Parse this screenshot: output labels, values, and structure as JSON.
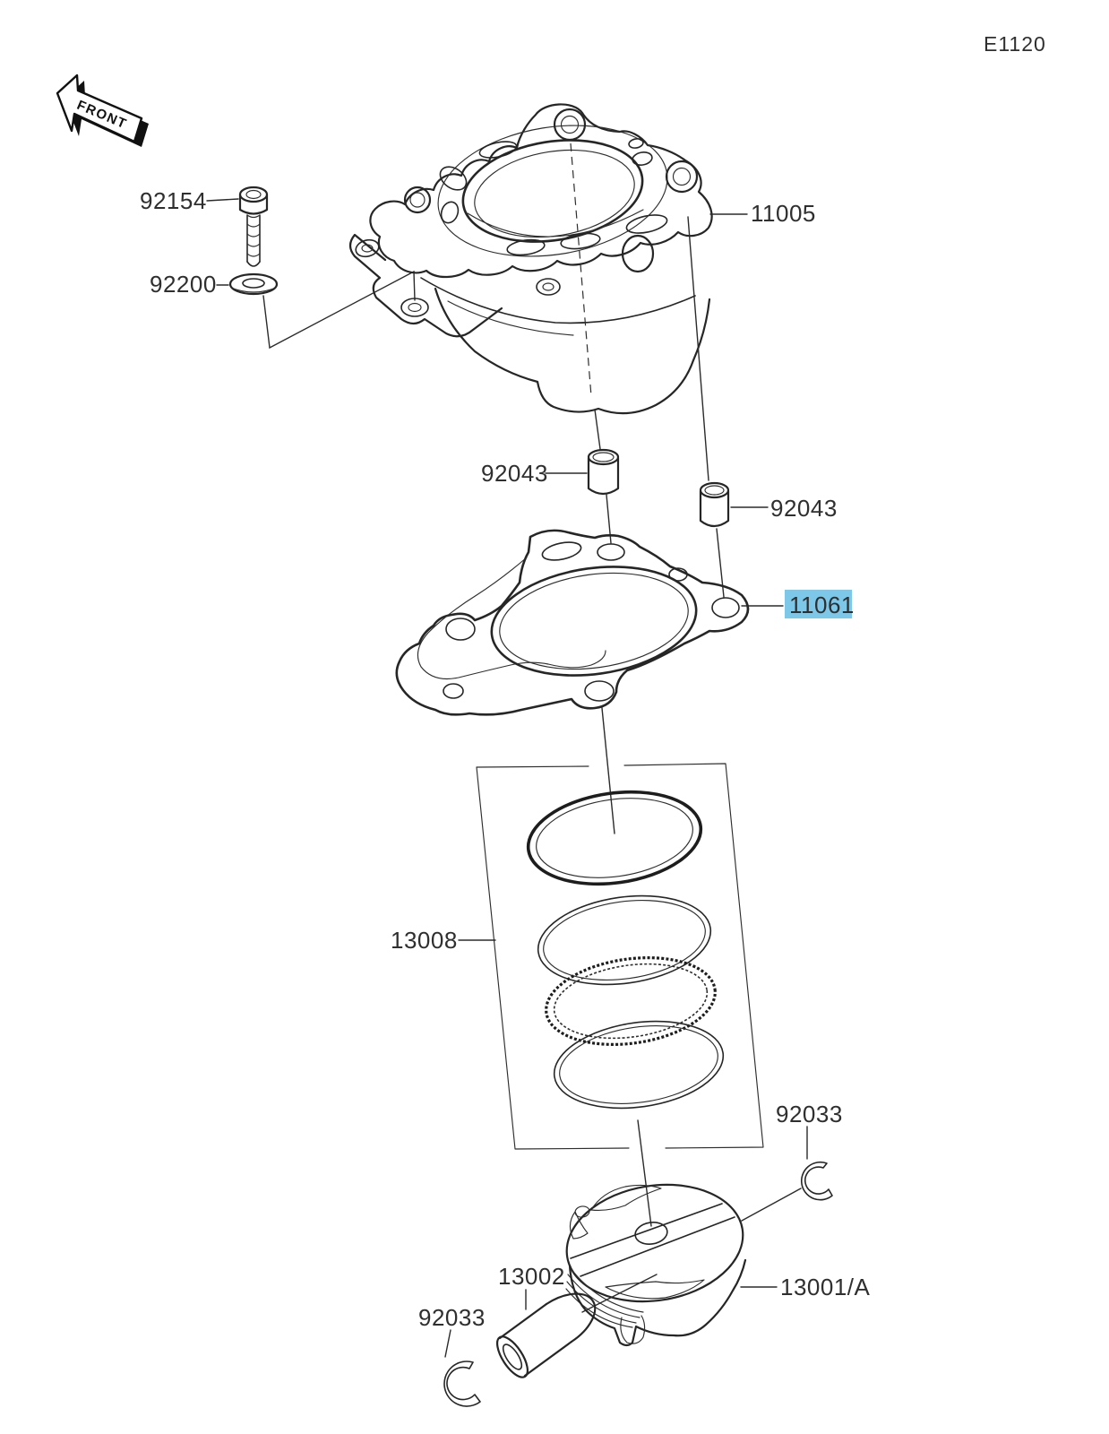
{
  "page": {
    "background": "#ffffff",
    "ink": "#262626"
  },
  "header": {
    "diagram_code": "E1120"
  },
  "front_arrow": {
    "label": "FRONT"
  },
  "highlight": {
    "part_number": "11061",
    "fill": "#7dc8e9",
    "text_color": "#2e3b44"
  },
  "parts": {
    "cylinder_bolt": "92154",
    "washer": "92200",
    "cylinder": "11005",
    "dowel_left": "92043",
    "dowel_right": "92043",
    "cylinder_gasket": "11061",
    "piston_ring_set": "13008",
    "circlip_upper": "92033",
    "circlip_lower": "92033",
    "piston_pin": "13002",
    "piston": "13001/A"
  }
}
